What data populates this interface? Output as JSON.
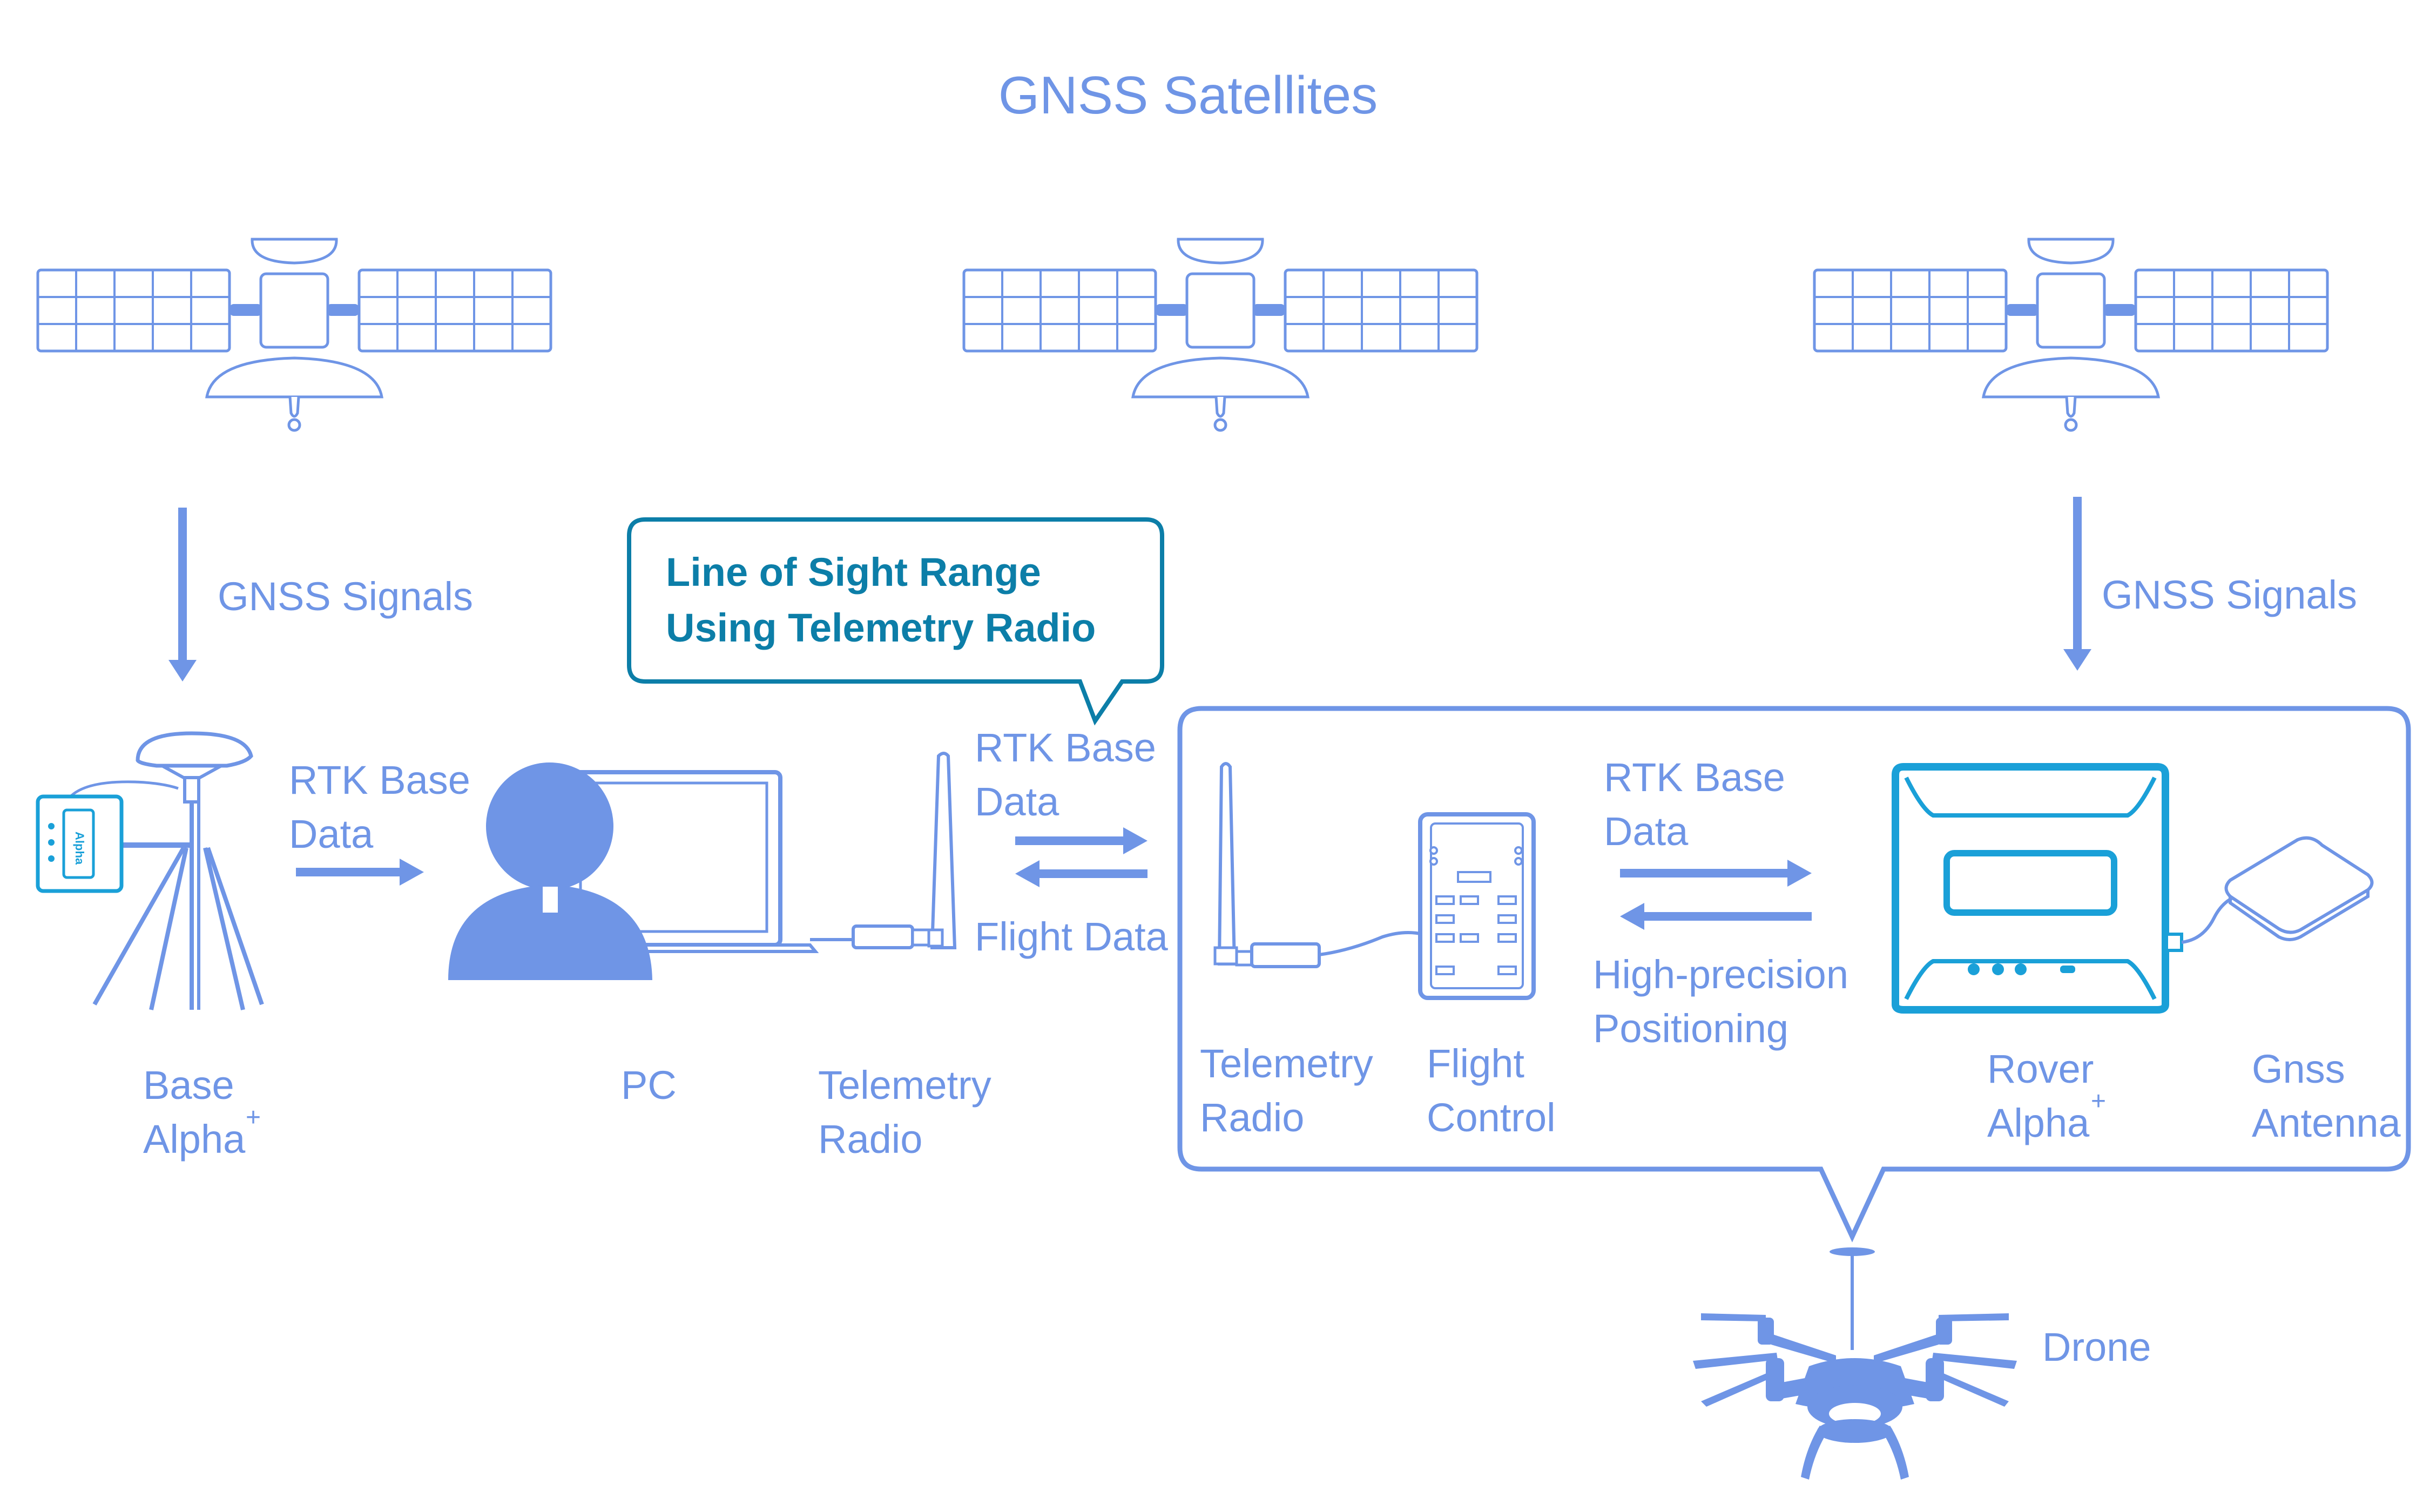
{
  "title": "GNSS Satellites",
  "labels": {
    "gnss_signals_left": "GNSS Signals",
    "gnss_signals_right": "GNSS Signals",
    "rtk_base_1a": "RTK Base",
    "rtk_base_1b": "Data",
    "rtk_base_2a": "RTK Base",
    "rtk_base_2b": "Data",
    "flight_data": "Flight Data",
    "rtk_base_3a": "RTK Base",
    "rtk_base_3b": "Data",
    "high_precision_a": "High-precision",
    "high_precision_b": "Positioning",
    "base_a": "Base",
    "base_b": "Alpha",
    "base_sup": "+",
    "pc": "PC",
    "telemetry_1a": "Telemetry",
    "telemetry_1b": "Radio",
    "telemetry_2a": "Telemetry",
    "telemetry_2b": "Radio",
    "flight_control_a": "Flight",
    "flight_control_b": "Control",
    "rover_a": "Rover",
    "rover_b": "Alpha",
    "rover_sup": "+",
    "gnss_antenna_a": "Gnss",
    "gnss_antenna_b": "Antenna",
    "drone": "Drone",
    "base_device_brand": "Alpha"
  },
  "callout": {
    "line1": "Line of Sight Range",
    "line2": "Using Telemetry Radio"
  },
  "colors": {
    "primary": "#6f95e6",
    "accent_teal": "#0c7ea8",
    "accent_cyan": "#1aa0d8",
    "background": "#ffffff"
  },
  "icons": [
    "satellite-icon",
    "base-station-icon",
    "person-icon",
    "laptop-icon",
    "telemetry-radio-icon",
    "flight-controller-icon",
    "rover-receiver-icon",
    "gnss-antenna-icon",
    "drone-icon"
  ]
}
